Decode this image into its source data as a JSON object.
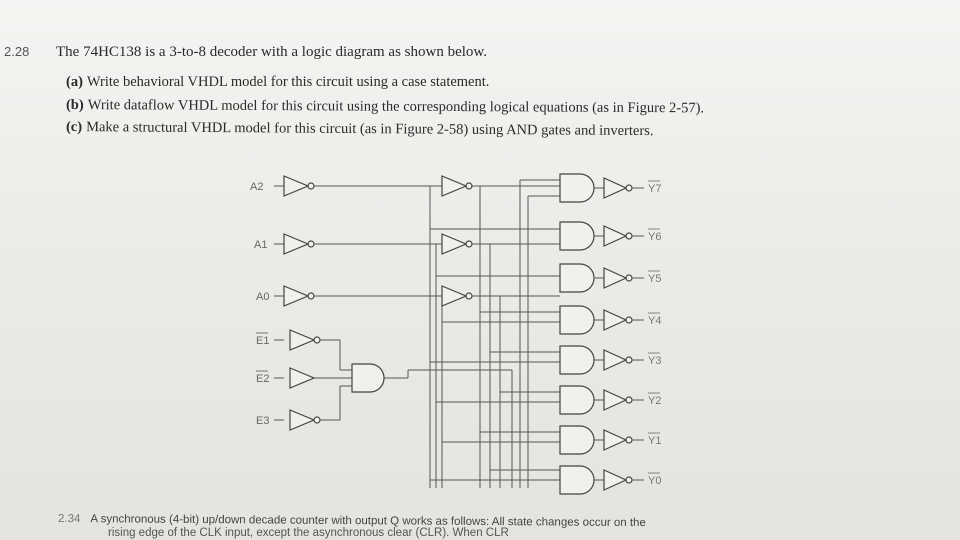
{
  "problem": {
    "number": "2.28",
    "stem": "The 74HC138 is a 3-to-8 decoder with a logic diagram as shown below.",
    "parts": [
      {
        "label": "(a)",
        "text": "Write behavioral VHDL model for this circuit using a case statement."
      },
      {
        "label": "(b)",
        "text": "Write dataflow VHDL model for this circuit using the corresponding logical equations (as in Figure 2-57)."
      },
      {
        "label": "(c)",
        "text": "Make a structural VHDL model for this circuit (as in Figure 2-58) using AND gates and inverters."
      }
    ]
  },
  "diagram": {
    "inputs": [
      "A2",
      "A1",
      "A0",
      "E1",
      "E2",
      "E3"
    ],
    "outputs": [
      "Y7",
      "Y6",
      "Y5",
      "Y4",
      "Y3",
      "Y2",
      "Y1",
      "Y0"
    ]
  },
  "next_problem": {
    "number": "2.34",
    "line1": "A synchronous (4-bit) up/down decade counter with output Q works as follows: All state changes occur on the",
    "line2": "rising edge of the CLK input, except the asynchronous clear (CLR). When CLR"
  }
}
